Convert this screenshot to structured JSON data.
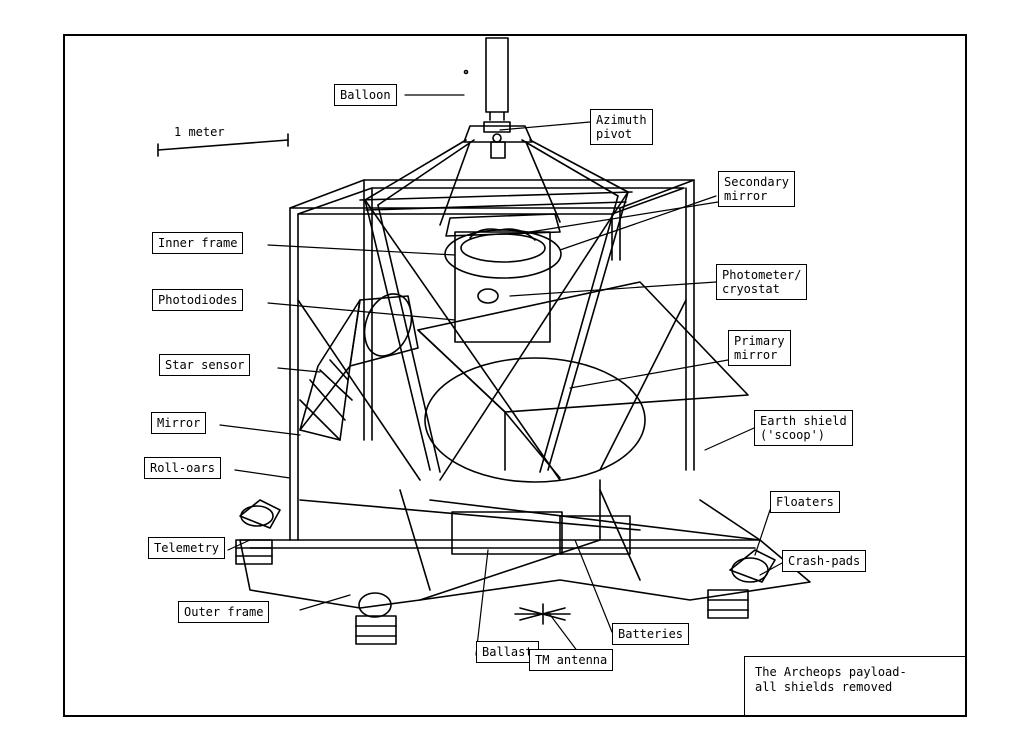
{
  "labels": {
    "balloon": "Balloon",
    "azimuth": "Azimuth\npivot",
    "meter": "1 meter",
    "secondary": "Secondary\nmirror",
    "inner_frame": "Inner frame",
    "photometer": "Photometer/\ncryostat",
    "photodiodes": "Photodiodes",
    "star_sensor": "Star sensor",
    "primary": "Primary\nmirror",
    "mirror": "Mirror",
    "earth_shield": "Earth shield\n('scoop')",
    "roll_oars": "Roll-oars",
    "floaters": "Floaters",
    "telemetry": "Telemetry",
    "crash_pads": "Crash-pads",
    "outer_frame": "Outer frame",
    "batteries": "Batteries",
    "ballast": "Ballast",
    "tm_antenna": "TM antenna"
  },
  "caption": "The Archeops payload-\nall shields removed"
}
